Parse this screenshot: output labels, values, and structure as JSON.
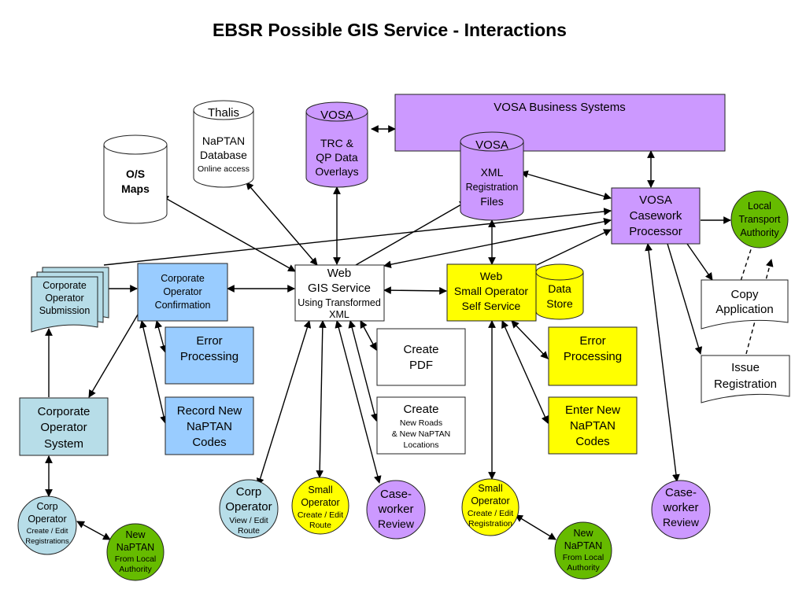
{
  "title": "EBSR Possible GIS Service - Interactions",
  "colors": {
    "purple": "#cc99ff",
    "blue": "#99ccff",
    "yellow": "#ffff00",
    "teal": "#b7dde8",
    "green": "#66bb00",
    "white": "#ffffff"
  },
  "nodes": {
    "vosa_business": [
      "VOSA Business Systems"
    ],
    "thalis": [
      "Thalis",
      "NaPTAN",
      "Database",
      "Online access"
    ],
    "vosa_trc": [
      "VOSA",
      "TRC &",
      "QP Data",
      "Overlays"
    ],
    "os_maps": [
      "O/S",
      "Maps"
    ],
    "vosa_xml": [
      "VOSA",
      "XML",
      "Registration",
      "Files"
    ],
    "vosa_casework": [
      "VOSA",
      "Casework",
      "Processor"
    ],
    "local_transport": [
      "Local",
      "Transport",
      "Authority"
    ],
    "corp_submission": [
      "Corporate",
      "Operator",
      "Submission"
    ],
    "corp_confirmation": [
      "Corporate",
      "Operator",
      "Confirmation"
    ],
    "web_gis": [
      "Web",
      "GIS Service",
      "Using Transformed",
      "XML"
    ],
    "web_small_operator": [
      "Web",
      "Small Operator",
      "Self Service"
    ],
    "data_store": [
      "Data",
      "Store"
    ],
    "copy_application": [
      "Copy",
      "Application"
    ],
    "error_left": [
      "Error",
      "Processing"
    ],
    "create_pdf": [
      "Create",
      "PDF"
    ],
    "error_right": [
      "Error",
      "Processing"
    ],
    "issue_registration": [
      "Issue",
      "Registration"
    ],
    "record_naptan": [
      "Record New",
      "NaPTAN",
      "Codes"
    ],
    "create_roads": [
      "Create",
      "New Roads",
      "& New NaPTAN",
      "Locations"
    ],
    "enter_naptan": [
      "Enter New",
      "NaPTAN",
      "Codes"
    ],
    "corp_system": [
      "Corporate",
      "Operator",
      "System"
    ],
    "corp_op_left": [
      "Corp",
      "Operator",
      "Create / Edit",
      "Registrations"
    ],
    "new_naptan_left": [
      "New",
      "NaPTAN",
      "From Local",
      "Authority"
    ],
    "corp_op_center": [
      "Corp",
      "Operator",
      "View / Edit",
      "Route"
    ],
    "small_op_center": [
      "Small",
      "Operator",
      "Create / Edit",
      "Route"
    ],
    "caseworker_center": [
      "Case-",
      "worker",
      "Review"
    ],
    "small_op_right": [
      "Small",
      "Operator",
      "Create / Edit",
      "Registration"
    ],
    "new_naptan_right": [
      "New",
      "NaPTAN",
      "From Local",
      "Authority"
    ],
    "caseworker_right": [
      "Case-",
      "worker",
      "Review"
    ]
  }
}
